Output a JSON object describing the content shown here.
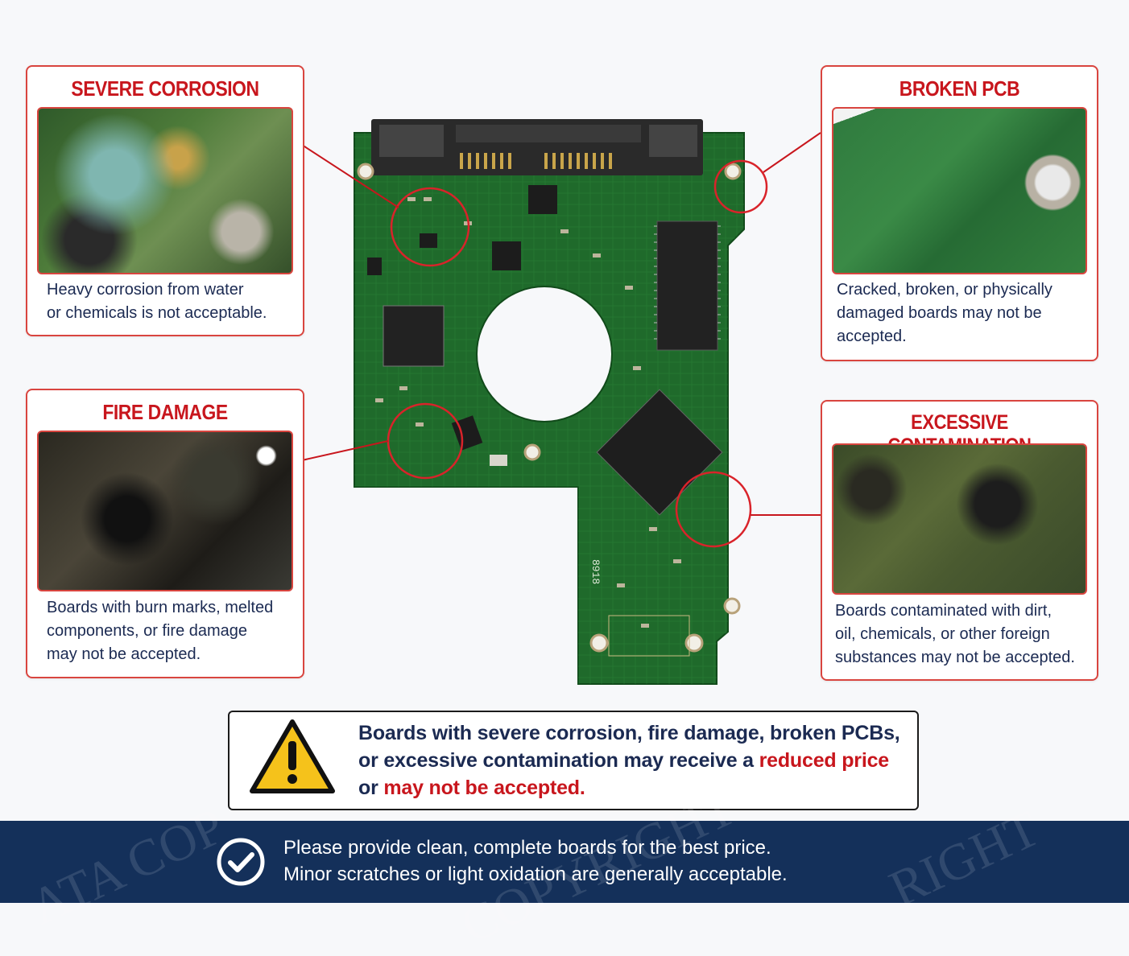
{
  "cards": {
    "corrosion": {
      "title": "SEVERE CORROSION",
      "lines": [
        "Heavy corrosion from water",
        "or chemicals is not acceptable."
      ]
    },
    "fire": {
      "title": "FIRE DAMAGE",
      "lines": [
        "Boards with burn marks, melted",
        "components, or fire damage",
        "may not be accepted."
      ]
    },
    "broken": {
      "title": "BROKEN PCB",
      "lines": [
        "Cracked, broken, or physically",
        "damaged boards may not be",
        "accepted."
      ]
    },
    "contamination": {
      "title": "EXCESSIVE CONTAMINATION",
      "lines": [
        "Boards contaminated with dirt,",
        "oil, chemicals, or other foreign",
        "substances may not be accepted."
      ]
    }
  },
  "warning": {
    "line1": "Boards with severe corrosion, fire damage, broken PCBs,",
    "line2_prefix": "or excessive contamination may receive a ",
    "line2_highlight": "reduced price",
    "line3_prefix": "or ",
    "line3_highlight": "may not be accepted."
  },
  "footer": {
    "line1": "Please provide clean, complete boards for the best price.",
    "line2": "Minor scratches or light oxidation are generally acceptable."
  },
  "pcb": {
    "silkscreen_label": "8918"
  },
  "watermark": {
    "left": "ATA COP",
    "center": "COPYRIGHT",
    "right": "RIGHT"
  },
  "colors": {
    "accent_red": "#c8161d",
    "footer_navy": "#14305a",
    "pcb_green": "#1f6a2b",
    "warning_yellow": "#f5c21b"
  },
  "icons": [
    "warning-icon",
    "check-circle-icon"
  ]
}
